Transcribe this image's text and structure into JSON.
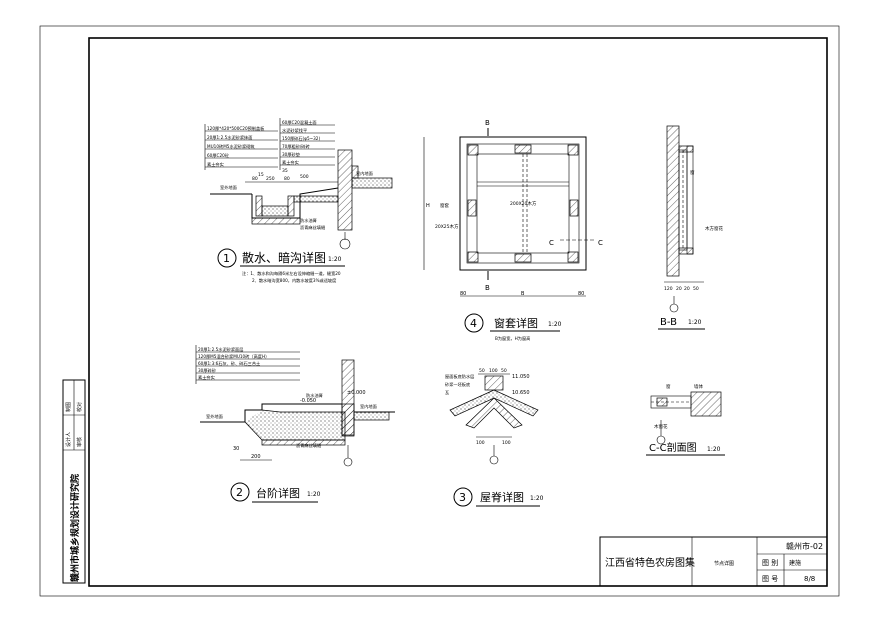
{
  "title_block": {
    "institute": "赣州市城乡规划设计研究院",
    "side_roles": [
      "设计人",
      "审核",
      "制图",
      "校对"
    ],
    "atlas_title": "江西省特色农房图集",
    "drawing_name": "节点详图",
    "region_code": "赣州市-02",
    "category_label": "图 别",
    "category_value": "建施",
    "number_label": "图 号",
    "number_value": "8/8"
  },
  "details": {
    "d1": {
      "number": "1",
      "title": "散水、暗沟详图",
      "scale": "1:20",
      "notes": [
        "注：1、散水和沟每隔6米左右设伸缩缝一道，缝宽20",
        "2、散水暗沟宽800，内散水坡度3%或适坡度"
      ],
      "layers_left": [
        "120厚*420*500C20预制盖板",
        "20厚1:2.5水泥砂浆抹面",
        "MU10砖M5水泥砂浆砌筑",
        "60厚C20砼",
        "素土夯实"
      ],
      "layers_right": [
        "60厚C20混凝土面",
        "水泥砂浆找平",
        "150厚碎石(φ5~32)",
        "70厚粗砂/碎砖",
        "30厚砂垫",
        "素土夯实"
      ],
      "dims": [
        "15",
        "500",
        "80",
        "250",
        "80",
        "35"
      ],
      "labels": [
        "室外地面",
        "室内地面",
        "防水油膏",
        "沥青麻丝填缝"
      ]
    },
    "d2": {
      "number": "2",
      "title": "台阶详图",
      "scale": "1:20",
      "layers": [
        "20厚1:2.5水泥砂浆面层",
        "120厚M5混合砂浆MU10砖（高度H）",
        "60厚1:3:6石灰、砂、碎石三合土",
        "30厚碎砂",
        "素土夯实"
      ],
      "dims": [
        "200",
        "30",
        "-0.050",
        "±0.000"
      ],
      "labels": [
        "室外地面",
        "室内地面",
        "防水油膏",
        "沥青麻丝填缝"
      ]
    },
    "d3": {
      "number": "3",
      "title": "屋脊详图",
      "scale": "1:20",
      "dims": [
        "50",
        "100",
        "50",
        "11.050",
        "10.650",
        "100",
        "100"
      ],
      "labels": [
        "屋面板底防水层",
        "砂浆一坯板底",
        "瓦"
      ]
    },
    "d4": {
      "number": "4",
      "title": "窗套详图",
      "scale": "1:20",
      "note": "B为窗宽，H为窗高",
      "section_marks": [
        "B",
        "B",
        "C",
        "C"
      ],
      "dims": [
        "80",
        "B",
        "80",
        "H"
      ],
      "labels": [
        "窗套",
        "200X20木方",
        "20X25木方"
      ]
    },
    "bb": {
      "title": "B-B",
      "scale": "1:20",
      "dims": [
        "120",
        "20",
        "20",
        "50"
      ],
      "labels": [
        "窗",
        "木方窗花"
      ]
    },
    "cc": {
      "title": "C-C剖面图",
      "scale": "1:20",
      "labels": [
        "窗",
        "墙体",
        "木窗花"
      ]
    }
  }
}
